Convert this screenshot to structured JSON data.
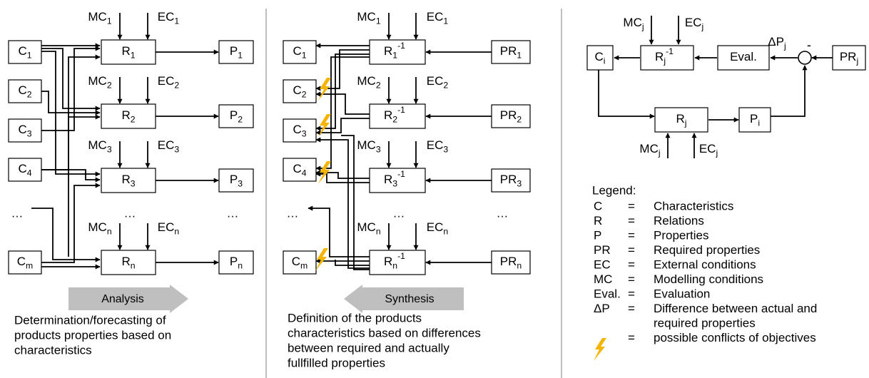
{
  "analysis": {
    "c": [
      {
        "base": "C",
        "sub": "1"
      },
      {
        "base": "C",
        "sub": "2"
      },
      {
        "base": "C",
        "sub": "3"
      },
      {
        "base": "C",
        "sub": "4"
      },
      {
        "base": "C",
        "sub": "m"
      }
    ],
    "r": [
      {
        "base": "R",
        "sub": "1"
      },
      {
        "base": "R",
        "sub": "2"
      },
      {
        "base": "R",
        "sub": "3"
      },
      {
        "base": "R",
        "sub": "n"
      }
    ],
    "p": [
      {
        "base": "P",
        "sub": "1"
      },
      {
        "base": "P",
        "sub": "2"
      },
      {
        "base": "P",
        "sub": "3"
      },
      {
        "base": "P",
        "sub": "n"
      }
    ],
    "mc": [
      {
        "base": "MC",
        "sub": "1"
      },
      {
        "base": "MC",
        "sub": "2"
      },
      {
        "base": "MC",
        "sub": "3"
      },
      {
        "base": "MC",
        "sub": "n"
      }
    ],
    "ec": [
      {
        "base": "EC",
        "sub": "1"
      },
      {
        "base": "EC",
        "sub": "2"
      },
      {
        "base": "EC",
        "sub": "3"
      },
      {
        "base": "EC",
        "sub": "n"
      }
    ],
    "ellipsis": "…",
    "arrow_label": "Analysis",
    "caption": [
      "Determination/forecasting of",
      "products properties based on",
      "characteristics"
    ]
  },
  "synthesis": {
    "c": [
      {
        "base": "C",
        "sub": "1"
      },
      {
        "base": "C",
        "sub": "2"
      },
      {
        "base": "C",
        "sub": "3"
      },
      {
        "base": "C",
        "sub": "4"
      },
      {
        "base": "C",
        "sub": "m"
      }
    ],
    "r": [
      {
        "base": "R",
        "sub": "1",
        "sup": "-1"
      },
      {
        "base": "R",
        "sub": "2",
        "sup": "-1"
      },
      {
        "base": "R",
        "sub": "3",
        "sup": "-1"
      },
      {
        "base": "R",
        "sub": "n",
        "sup": "-1"
      }
    ],
    "pr": [
      {
        "base": "PR",
        "sub": "1"
      },
      {
        "base": "PR",
        "sub": "2"
      },
      {
        "base": "PR",
        "sub": "3"
      },
      {
        "base": "PR",
        "sub": "n"
      }
    ],
    "mc": [
      {
        "base": "MC",
        "sub": "1"
      },
      {
        "base": "MC",
        "sub": "2"
      },
      {
        "base": "MC",
        "sub": "3"
      },
      {
        "base": "MC",
        "sub": "n"
      }
    ],
    "ec": [
      {
        "base": "EC",
        "sub": "1"
      },
      {
        "base": "EC",
        "sub": "2"
      },
      {
        "base": "EC",
        "sub": "3"
      },
      {
        "base": "EC",
        "sub": "n"
      }
    ],
    "ellipsis": "…",
    "arrow_label": "Synthesis",
    "caption": [
      "Definition of the products",
      "characteristics based on differences",
      "between required and actually",
      "fullfilled properties"
    ]
  },
  "loop": {
    "ci": {
      "base": "C",
      "sub": "i"
    },
    "rinv": {
      "base": "R",
      "sub": "j",
      "sup": "-1"
    },
    "eval": "Eval.",
    "dp": {
      "base": "ΔP",
      "sub": "j"
    },
    "minus": "-",
    "prj": {
      "base": "PR",
      "sub": "j"
    },
    "rj": {
      "base": "R",
      "sub": "j"
    },
    "pi": {
      "base": "P",
      "sub": "i"
    },
    "mc_top": {
      "base": "MC",
      "sub": "j"
    },
    "ec_top": {
      "base": "EC",
      "sub": "j"
    },
    "mc_bot": {
      "base": "MC",
      "sub": "j"
    },
    "ec_bot": {
      "base": "EC",
      "sub": "j"
    }
  },
  "legend": {
    "title": "Legend:",
    "items": [
      {
        "key": "C",
        "eq": "=",
        "desc": "Characteristics"
      },
      {
        "key": "R",
        "eq": "=",
        "desc": "Relations"
      },
      {
        "key": "P",
        "eq": "=",
        "desc": "Properties"
      },
      {
        "key": "PR",
        "eq": "=",
        "desc": "Required properties"
      },
      {
        "key": "EC",
        "eq": "=",
        "desc": "External conditions"
      },
      {
        "key": "MC",
        "eq": "=",
        "desc": "Modelling conditions"
      },
      {
        "key": "Eval.",
        "eq": "=",
        "desc": "Evaluation"
      },
      {
        "key": "ΔP",
        "eq": "=",
        "desc": "Difference between actual and"
      },
      {
        "key": "",
        "eq": "",
        "desc": "required properties"
      },
      {
        "key": "",
        "eq": "=",
        "desc": "possible conflicts of objectives"
      }
    ]
  },
  "colors": {
    "line": "#000000",
    "arrow_fill": "#bfbfbf",
    "lightning": "#f5b400",
    "divider": "#7f7f7f"
  }
}
